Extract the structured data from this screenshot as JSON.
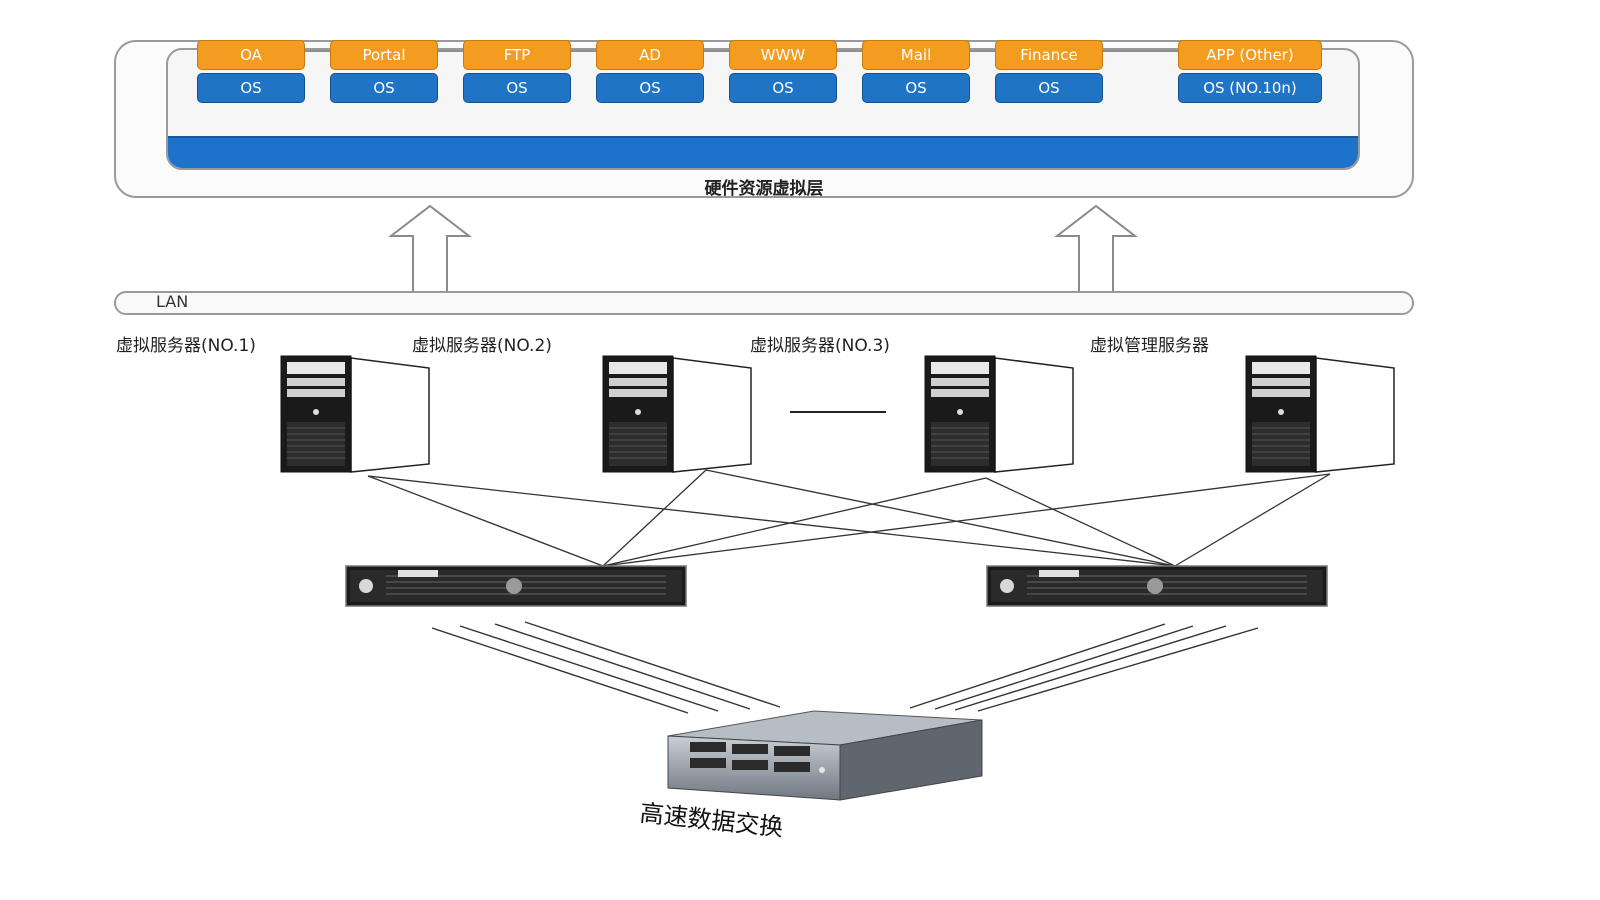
{
  "virtual_layer": {
    "caption": "硬件资源虚拟层",
    "vms": [
      {
        "app": "OA",
        "os": "OS"
      },
      {
        "app": "Portal",
        "os": "OS"
      },
      {
        "app": "FTP",
        "os": "OS"
      },
      {
        "app": "AD",
        "os": "OS"
      },
      {
        "app": "WWW",
        "os": "OS"
      },
      {
        "app": "Mail",
        "os": "OS"
      },
      {
        "app": "Finance",
        "os": "OS"
      },
      {
        "app": "APP (Other)",
        "os": "OS (NO.10n)"
      }
    ]
  },
  "lan": {
    "label": "LAN"
  },
  "servers": [
    {
      "label": "虚拟服务器(NO.1)"
    },
    {
      "label": "虚拟服务器(NO.2)"
    },
    {
      "label": "虚拟服务器(NO.3)"
    },
    {
      "label": "虚拟管理服务器"
    }
  ],
  "storage": {
    "label": "高速数据交换"
  },
  "colors": {
    "app_tile": "#f39c1f",
    "os_tile": "#1f74c6",
    "frame_border": "#9a9a9a"
  },
  "icons": [
    "up-arrow-icon",
    "tower-server-icon",
    "rack-switch-icon",
    "storage-array-icon"
  ]
}
